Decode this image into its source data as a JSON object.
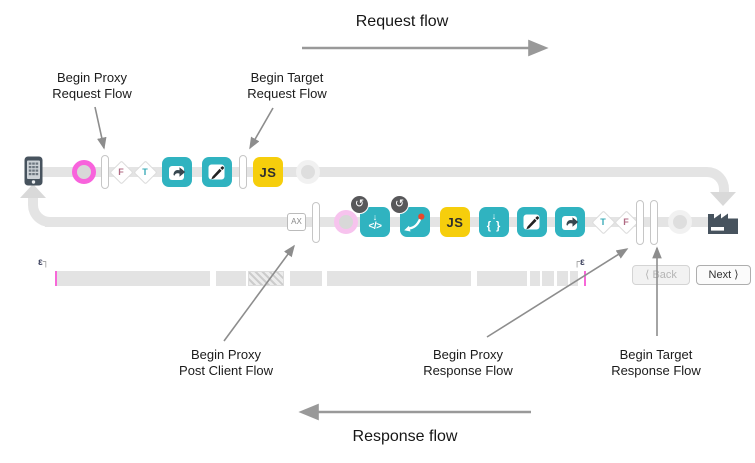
{
  "titles": {
    "request_flow": "Request flow",
    "response_flow": "Response flow"
  },
  "annotations": {
    "proxy_request": {
      "line1": "Begin Proxy",
      "line2": "Request Flow"
    },
    "target_request": {
      "line1": "Begin Target",
      "line2": "Request Flow"
    },
    "proxy_post_client": {
      "line1": "Begin Proxy",
      "line2": "Post Client Flow"
    },
    "proxy_response": {
      "line1": "Begin Proxy",
      "line2": "Response Flow"
    },
    "target_response": {
      "line1": "Begin Target",
      "line2": "Response Flow"
    }
  },
  "request_row": {
    "f": "F",
    "t": "T",
    "js": "JS"
  },
  "response_row": {
    "ax": "AX",
    "code": "</>",
    "js": "JS",
    "braces": "{ }",
    "t": "T",
    "f": "F",
    "loop_badge": "↺",
    "down_arrow": "↓"
  },
  "timeline": {
    "left_mark": "ε",
    "left_corner": "┐",
    "right_corner": "┌",
    "right_mark": "ε"
  },
  "pagination": {
    "back": "⟨ Back",
    "next": "Next ⟩"
  },
  "colors": {
    "teal": "#30b3c0",
    "yellow": "#f6ce0c",
    "pink_bright": "#f863dc",
    "pink_pale": "#f7c3ee",
    "track_gray": "#e4e4e4",
    "slate": "#47535e",
    "red_dot": "#e8472b",
    "timeline_tick": "#f768d8"
  }
}
